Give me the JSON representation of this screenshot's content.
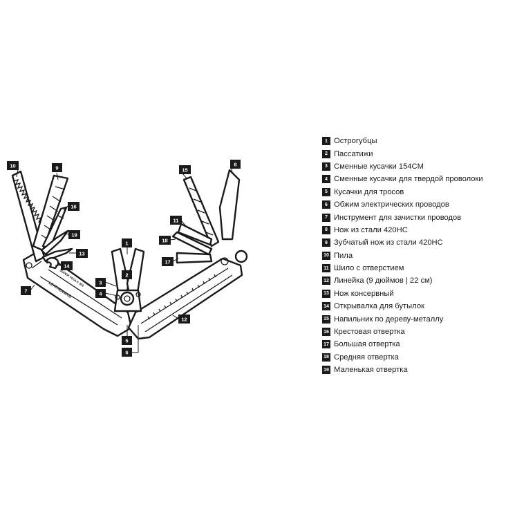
{
  "engraving": {
    "brand": "LEATHERMAN",
    "model": "SUPER TOOL® 300"
  },
  "callouts": {
    "c1": "1",
    "c2": "2",
    "c3": "3",
    "c4": "4",
    "c5": "5",
    "c6": "6",
    "c7": "7",
    "c8": "8",
    "c9": "9",
    "c10": "10",
    "c11": "11",
    "c12": "12",
    "c13": "13",
    "c14": "14",
    "c15": "15",
    "c16": "16",
    "c17": "17",
    "c18": "18",
    "c19": "19"
  },
  "legend": [
    {
      "num": "1",
      "label": "Острогубцы"
    },
    {
      "num": "2",
      "label": "Пассатижи"
    },
    {
      "num": "3",
      "label": "Сменные кусачки 154CM"
    },
    {
      "num": "4",
      "label": "Сменные кусачки для твердой проволоки"
    },
    {
      "num": "5",
      "label": "Кусачки для тросов"
    },
    {
      "num": "6",
      "label": "Обжим электрических проводов"
    },
    {
      "num": "7",
      "label": "Инструмент для зачистки проводов"
    },
    {
      "num": "8",
      "label": "Нож из стали 420НС"
    },
    {
      "num": "9",
      "label": "Зубчатый нож из стали 420НС"
    },
    {
      "num": "10",
      "label": "Пила"
    },
    {
      "num": "11",
      "label": "Шило с отверстием"
    },
    {
      "num": "12",
      "label": "Линейка (9 дюймов | 22 см)"
    },
    {
      "num": "13",
      "label": "Нож консервный"
    },
    {
      "num": "14",
      "label": "Открывалка для бутылок"
    },
    {
      "num": "15",
      "label": "Напильник по дереву-металлу"
    },
    {
      "num": "16",
      "label": "Крестовая отвертка"
    },
    {
      "num": "17",
      "label": "Большая отвертка"
    },
    {
      "num": "18",
      "label": "Средняя отвертка"
    },
    {
      "num": "19",
      "label": "Маленькая отвертка"
    }
  ]
}
